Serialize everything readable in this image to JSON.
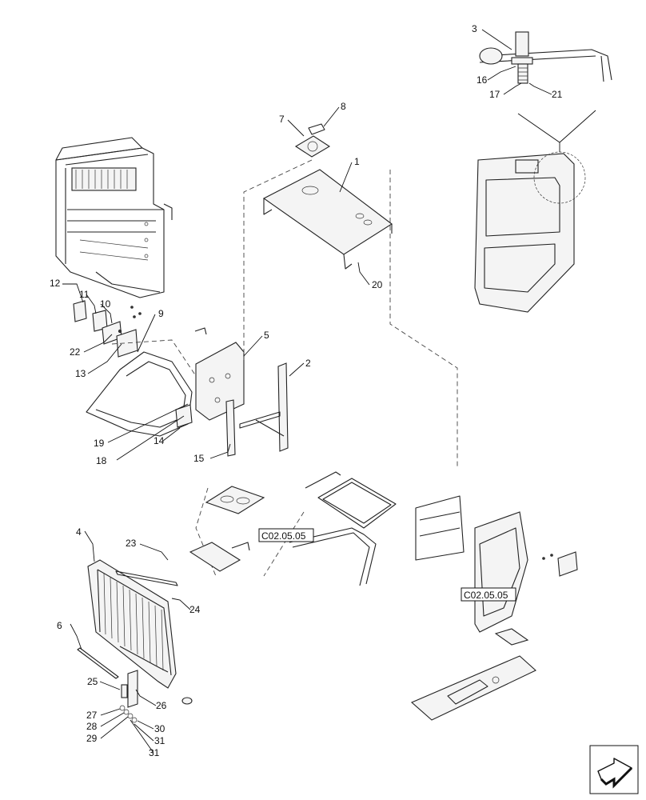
{
  "callouts": {
    "c1": "1",
    "c2": "2",
    "c3": "3",
    "c4": "4",
    "c5": "5",
    "c6": "6",
    "c7": "7",
    "c8": "8",
    "c9": "9",
    "c10": "10",
    "c11": "11",
    "c12": "12",
    "c13": "13",
    "c14": "14",
    "c15": "15",
    "c16": "16",
    "c17": "17",
    "c18": "18",
    "c19": "19",
    "c20": "20",
    "c21": "21",
    "c22": "22",
    "c23": "23",
    "c24": "24",
    "c25": "25",
    "c26": "26",
    "c27": "27",
    "c28": "28",
    "c29": "29",
    "c30": "30",
    "c31a": "31",
    "c31b": "31"
  },
  "references": {
    "ref_a": "C02.05.05",
    "ref_b": "C02.05.05"
  },
  "icons": {
    "navigation": "next-page-arrow-icon"
  }
}
